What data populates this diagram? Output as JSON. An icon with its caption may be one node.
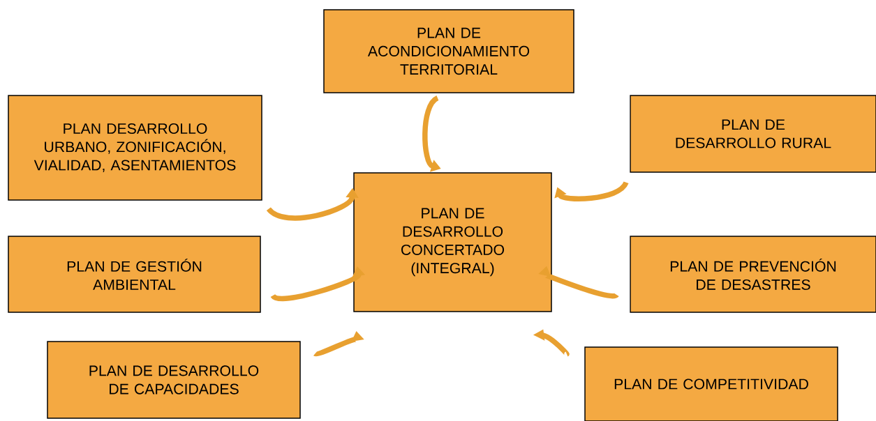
{
  "diagram": {
    "nodes": [
      {
        "text": [
          "PLAN DE ACONDICIONAMIENTO TERRITORIAL"
        ]
      },
      {
        "text": [
          "PLAN DESARROLLO URBANO, ZONIFICACIÓN, VIALIDAD, ASENTAMIENTOS"
        ]
      },
      {
        "text": [
          "PLAN DE DESARROLLO RURAL"
        ]
      },
      {
        "text": [
          "PLAN DE DESARROLLO CONCERTADO (INTEGRAL)"
        ]
      },
      {
        "text": [
          "PLAN DE GESTIÓN AMBIENTAL"
        ]
      },
      {
        "text": [
          "PLAN DE PREVENCIÓN DE DESASTRES"
        ]
      },
      {
        "text": [
          "PLAN DE DESARROLLO DE CAPACIDADES"
        ]
      },
      {
        "text": [
          "PLAN DE COMPETITIVIDAD"
        ]
      }
    ],
    "edges": [
      {
        "from": 0,
        "to": 3,
        "arrow": "to"
      },
      {
        "from": 1,
        "to": 3,
        "arrow": "to"
      },
      {
        "from": 2,
        "to": 3,
        "arrow": "to"
      },
      {
        "from": 4,
        "to": 3,
        "arrow": "to"
      },
      {
        "from": 5,
        "to": 3,
        "arrow": "to"
      },
      {
        "from": 6,
        "to": 3,
        "arrow": "to"
      },
      {
        "from": 7,
        "to": 3,
        "arrow": "to"
      }
    ]
  }
}
